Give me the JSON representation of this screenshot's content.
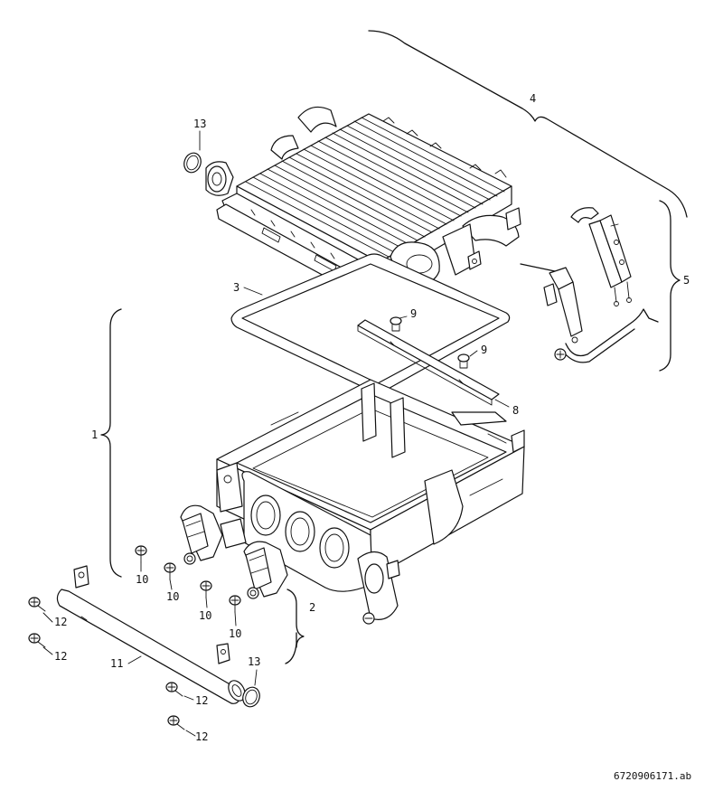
{
  "diagram": {
    "title": "Heat exchanger and burner assembly – exploded view",
    "callouts": {
      "p1": "1",
      "p2": "2",
      "p3": "3",
      "p4": "4",
      "p5": "5",
      "p8": "8",
      "p9a": "9",
      "p9b": "9",
      "p10a": "10",
      "p10b": "10",
      "p10c": "10",
      "p10d": "10",
      "p11": "11",
      "p12a": "12",
      "p12b": "12",
      "p12c": "12",
      "p12d": "12",
      "p13a": "13",
      "p13b": "13"
    },
    "document_id": "6720906171.ab"
  }
}
